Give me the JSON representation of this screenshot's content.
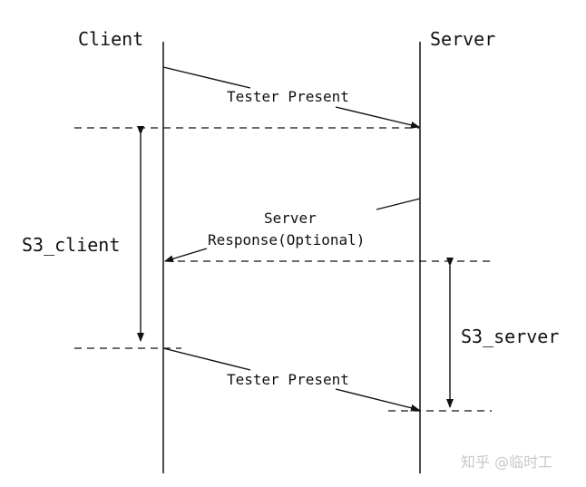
{
  "participants": {
    "client": "Client",
    "server": "Server"
  },
  "messages": {
    "tester_present_1": "Tester Present",
    "server_response_line1": "Server",
    "server_response_line2": "Response(Optional)",
    "tester_present_2": "Tester Present"
  },
  "timers": {
    "s3_client": "S3_client",
    "s3_server": "S3_server"
  },
  "watermark": "知乎 @临时工",
  "colors": {
    "line": "#111111",
    "background": "#ffffff",
    "watermark": "#c8c8c8"
  }
}
